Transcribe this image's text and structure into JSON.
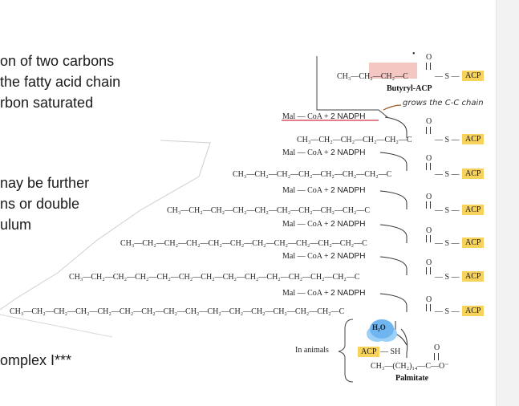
{
  "notes": {
    "line1": "on of two carbons",
    "line2": "the fatty acid chain",
    "line3": "rbon saturated",
    "line4": "nay be further",
    "line5": "ns or double",
    "line6": "ulum",
    "line7": "omplex I***"
  },
  "diagram": {
    "butyryl_chain": "CH₃—CH₂—CH₂—C",
    "butyryl_label": "Butyryl-ACP",
    "thioester": "— S —",
    "acp": "ACP",
    "oxygen": "O",
    "mal_coa": "Mal — CoA +",
    "nadph": "2 NADPH",
    "handwritten": "grows the C-C chain",
    "rows": [
      "CH₃—CH₂—CH₂—CH₂—CH₂—C",
      "CH₃—CH₂—CH₂—CH₂—CH₂—CH₂—CH₂—C",
      "CH₃—CH₂—CH₂—CH₂—CH₂—CH₂—CH₂—CH₂—CH₂—C",
      "CH₃—CH₂—CH₂—CH₂—CH₂—CH₂—CH₂—CH₂—CH₂—CH₂—CH₂—C",
      "CH₃—CH₂—CH₂—CH₂—CH₂—CH₂—CH₂—CH₂—CH₂—CH₂—CH₂—CH₂—CH₂—C",
      "CH₃—CH₂—CH₂—CH₂—CH₂—CH₂—CH₂—CH₂—CH₂—CH₂—CH₂—CH₂—CH₂—CH₂—CH₂—C"
    ],
    "in_animals": "In animals",
    "water": "H₂O",
    "acp_sh": "— SH",
    "palmitate_formula": "CH₃—(CH₂)₁₄—C—O⁻",
    "palmitate_label": "Palmitate"
  },
  "colors": {
    "acp": "#f7d35c",
    "highlight": "#f3b9b4",
    "underline": "#d9536b",
    "handwritten_brace": "#9a5a24",
    "water": "#6fb6f0"
  }
}
